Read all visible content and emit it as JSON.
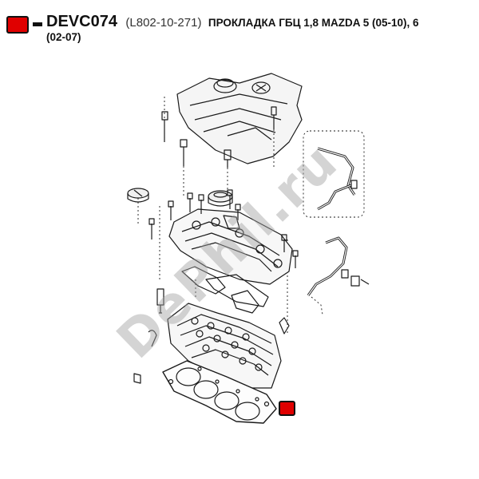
{
  "header": {
    "part_code": "DEVC074",
    "oem_number": "(L802-10-271)",
    "description": "ПРОКЛАДКА ГБЦ 1,8 MAZDA 5 (05-10), 6",
    "description_line2": "(02-07)"
  },
  "watermark": {
    "text": "DePhil.ru"
  },
  "colors": {
    "marker": "#e00000",
    "line": "#1a1a1a",
    "watermark": "#a0a0a0"
  }
}
